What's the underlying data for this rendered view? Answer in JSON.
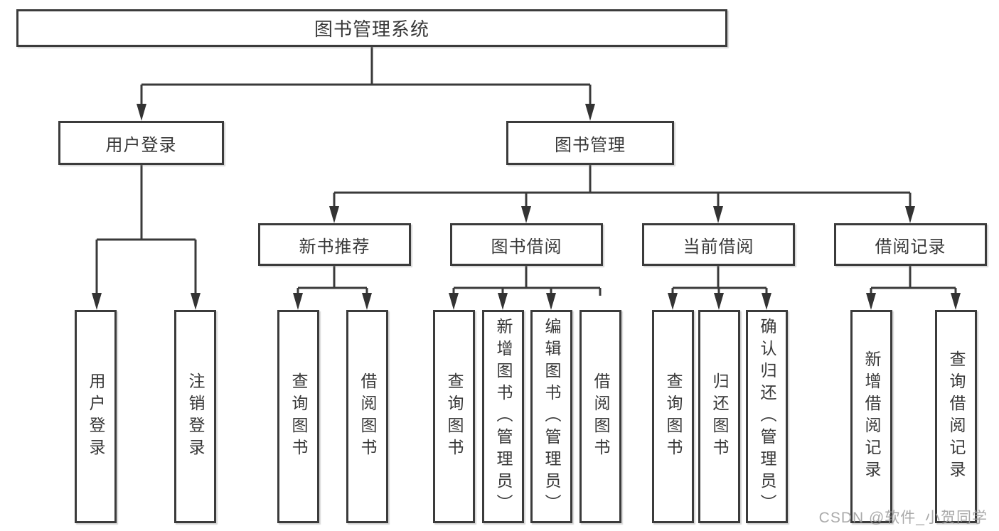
{
  "nodes": {
    "root": "图书管理系统",
    "level2": [
      "用户登录",
      "图书管理"
    ],
    "level3": [
      "新书推荐",
      "图书借阅",
      "当前借阅",
      "借阅记录"
    ],
    "leaves_user_login": [
      "用户登录",
      "注销登录"
    ],
    "leaves_new_book": [
      "查询图书",
      "借阅图书"
    ],
    "leaves_book_borrow": [
      "查询图书",
      "新增图书（管理员）",
      "编辑图书（管理员）",
      "借阅图书"
    ],
    "leaves_current_borrow": [
      "查询图书",
      "归还图书",
      "确认归还（管理员）"
    ],
    "leaves_borrow_records": [
      "新增借阅记录",
      "查询借阅记录"
    ]
  },
  "watermark": "CSDN @软件_小贺同学",
  "colors": {
    "line": "#3a3a3a",
    "box_border": "#3b3b3b",
    "text": "#383838",
    "background": "#ffffff",
    "watermark": "#9e9e9e"
  }
}
